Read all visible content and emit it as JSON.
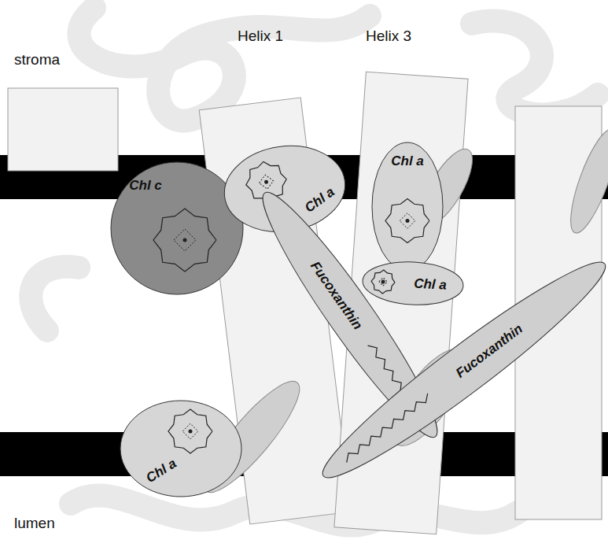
{
  "diagram": {
    "nodes": [
      {
        "text": [
          "Chl c"
        ]
      },
      {
        "text": [
          "Chl a"
        ]
      },
      {
        "text": [
          "Chl a"
        ]
      },
      {
        "text": [
          "Fucoxanthin"
        ]
      },
      {
        "text": [
          "Chl a"
        ]
      },
      {
        "text": [
          "Fucoxanthin"
        ]
      },
      {
        "text": [
          "Chl a"
        ]
      }
    ],
    "labels": [
      "stroma",
      "Helix 1",
      "Helix 3",
      "lumen"
    ]
  }
}
